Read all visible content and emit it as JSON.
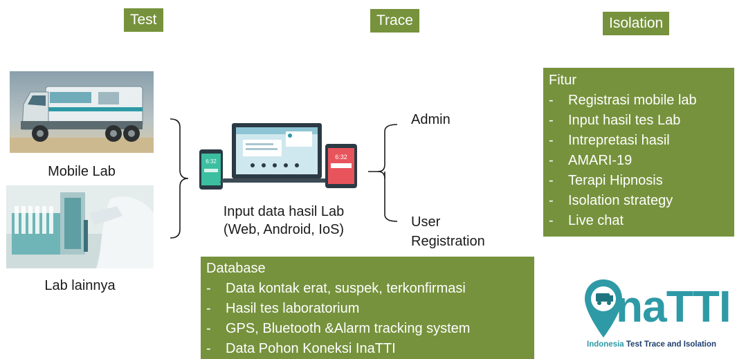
{
  "headers": {
    "test": "Test",
    "trace": "Trace",
    "isolation": "Isolation"
  },
  "labs": {
    "mobile_lab": "Mobile Lab",
    "other_lab": "Lab lainnya"
  },
  "devices": {
    "input_line1": "Input data hasil Lab",
    "input_line2": "(Web, Android, IoS)",
    "phone_time": "6:32",
    "tablet_time": "6:32"
  },
  "trace_targets": {
    "admin": "Admin",
    "user_line1": "User",
    "user_line2": "Registration"
  },
  "features": {
    "title": "Fitur",
    "items": [
      "Registrasi mobile lab",
      "Input hasil tes Lab",
      "Intrepretasi hasil",
      "AMARI-19",
      "Terapi Hipnosis",
      "Isolation strategy",
      "Live chat"
    ]
  },
  "database": {
    "title": "Database",
    "items": [
      "Data kontak erat, suspek, terkonfirmasi",
      "Hasil tes laboratorium",
      "GPS, Bluetooth &Alarm tracking system",
      "Data Pohon Koneksi InaTTI"
    ]
  },
  "logo": {
    "name": "naTTI",
    "tagline_part1": "Indonesia",
    "tagline_part2": " Test Trace and Isolation"
  },
  "colors": {
    "olive": "#76923c",
    "teal": "#2e9aa6",
    "dark_teal": "#1e7580",
    "logo_navy": "#1f3f6e"
  }
}
